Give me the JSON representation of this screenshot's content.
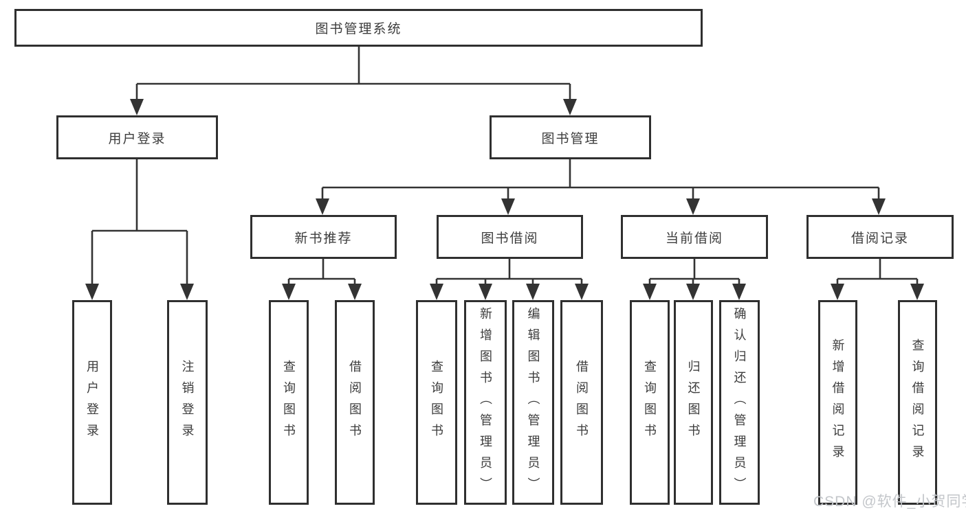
{
  "diagram_title": "图书管理系统",
  "tree": {
    "label": "图书管理系统",
    "children": [
      {
        "label": "用户登录",
        "children": [
          {
            "label": "用户登录"
          },
          {
            "label": "注销登录"
          }
        ]
      },
      {
        "label": "图书管理",
        "children": [
          {
            "label": "新书推荐",
            "children": [
              {
                "label": "查询图书"
              },
              {
                "label": "借阅图书"
              }
            ]
          },
          {
            "label": "图书借阅",
            "children": [
              {
                "label": "查询图书"
              },
              {
                "label": "新增图书（管理员）"
              },
              {
                "label": "编辑图书（管理员）"
              },
              {
                "label": "借阅图书"
              }
            ]
          },
          {
            "label": "当前借阅",
            "children": [
              {
                "label": "查询图书"
              },
              {
                "label": "归还图书"
              },
              {
                "label": "确认归还（管理员）"
              }
            ]
          },
          {
            "label": "借阅记录",
            "children": [
              {
                "label": "新增借阅记录"
              },
              {
                "label": "查询借阅记录"
              }
            ]
          }
        ]
      }
    ]
  },
  "watermark": "CSDN @软件_小贺同学",
  "colors": {
    "line": "#333333",
    "box_border": "#2f2f2f",
    "text": "#3c3c3c",
    "watermark": "#c3c6ca",
    "background": "#ffffff"
  }
}
